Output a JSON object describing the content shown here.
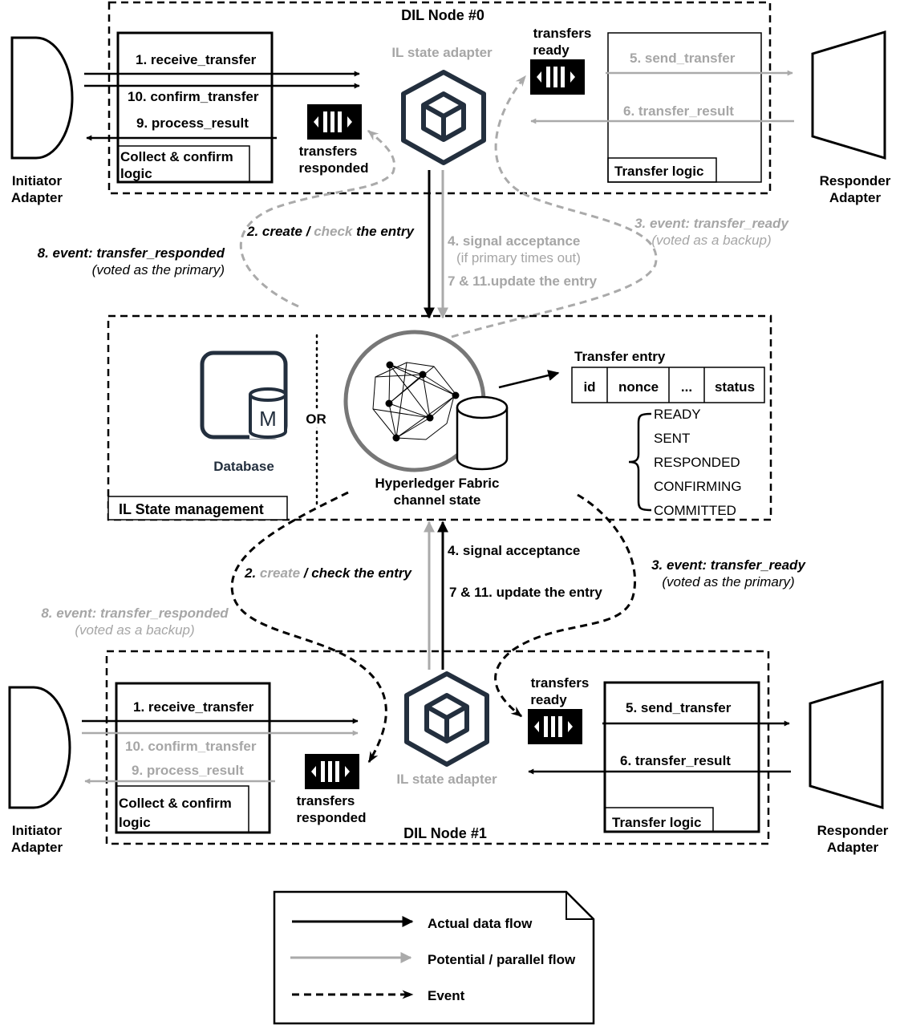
{
  "colors": {
    "actual": "#000000",
    "potential": "#aaaaaa",
    "icon_dark": "#232f3e",
    "label_gray": "#a6a6a6"
  },
  "node0": {
    "title": "DIL Node #0",
    "step1": "1. receive_transfer",
    "step10": "10. confirm_transfer",
    "step9": "9. process_result",
    "collect_logic_1": "Collect & confirm",
    "collect_logic_2": "logic",
    "queue_responded_1": "transfers",
    "queue_responded_2": "responded",
    "adapter_label": "IL state adapter",
    "queue_ready_1": "transfers",
    "queue_ready_2": "ready",
    "step5": "5. send_transfer",
    "step6": "6. transfer_result",
    "transfer_logic": "Transfer logic"
  },
  "node1": {
    "title": "DIL Node #1",
    "step1": "1. receive_transfer",
    "step10": "10. confirm_transfer",
    "step9": "9. process_result",
    "collect_logic_1": "Collect & confirm",
    "collect_logic_2": "logic",
    "queue_responded_1": "transfers",
    "queue_responded_2": "responded",
    "adapter_label": "IL state adapter",
    "queue_ready_1": "transfers",
    "queue_ready_2": "ready",
    "step5": "5. send_transfer",
    "step6": "6. transfer_result",
    "transfer_logic": "Transfer logic"
  },
  "actors": {
    "initiator_1": "Initiator",
    "initiator_2": "Adapter",
    "responder_1": "Responder",
    "responder_2": "Adapter"
  },
  "upper_flows": {
    "create_check_a": "2. create /",
    "create_check_b": "check",
    "create_check_c": "the entry",
    "signal_1": "4. signal acceptance",
    "signal_2": "(if primary times out)",
    "update": "7 & 11.update the entry",
    "responded_event_1": "8. event: transfer_responded",
    "responded_event_2": "(voted as the primary)",
    "ready_event_1": "3. event: transfer_ready",
    "ready_event_2": "(voted as a backup)"
  },
  "state_mgmt": {
    "title": "IL State management",
    "database": "Database",
    "db_icon_letter": "M",
    "or": "OR",
    "fabric_1": "Hyperledger Fabric",
    "fabric_2": "channel state",
    "entry_title": "Transfer entry",
    "columns": [
      "id",
      "nonce",
      "...",
      "status"
    ],
    "statuses": [
      "READY",
      "SENT",
      "RESPONDED",
      "CONFIRMING",
      "COMMITTED"
    ]
  },
  "lower_flows": {
    "create_check_a": "2.",
    "create_check_b": "create",
    "create_check_c": "/ check the entry",
    "signal": "4. signal acceptance",
    "update": "7 & 11. update the entry",
    "ready_event_1": "3. event: transfer_ready",
    "ready_event_2": "(voted as the primary)",
    "responded_event_1": "8. event: transfer_responded",
    "responded_event_2": "(voted as a backup)"
  },
  "legend": {
    "actual": "Actual data flow",
    "potential": "Potential / parallel flow",
    "event": "Event"
  }
}
